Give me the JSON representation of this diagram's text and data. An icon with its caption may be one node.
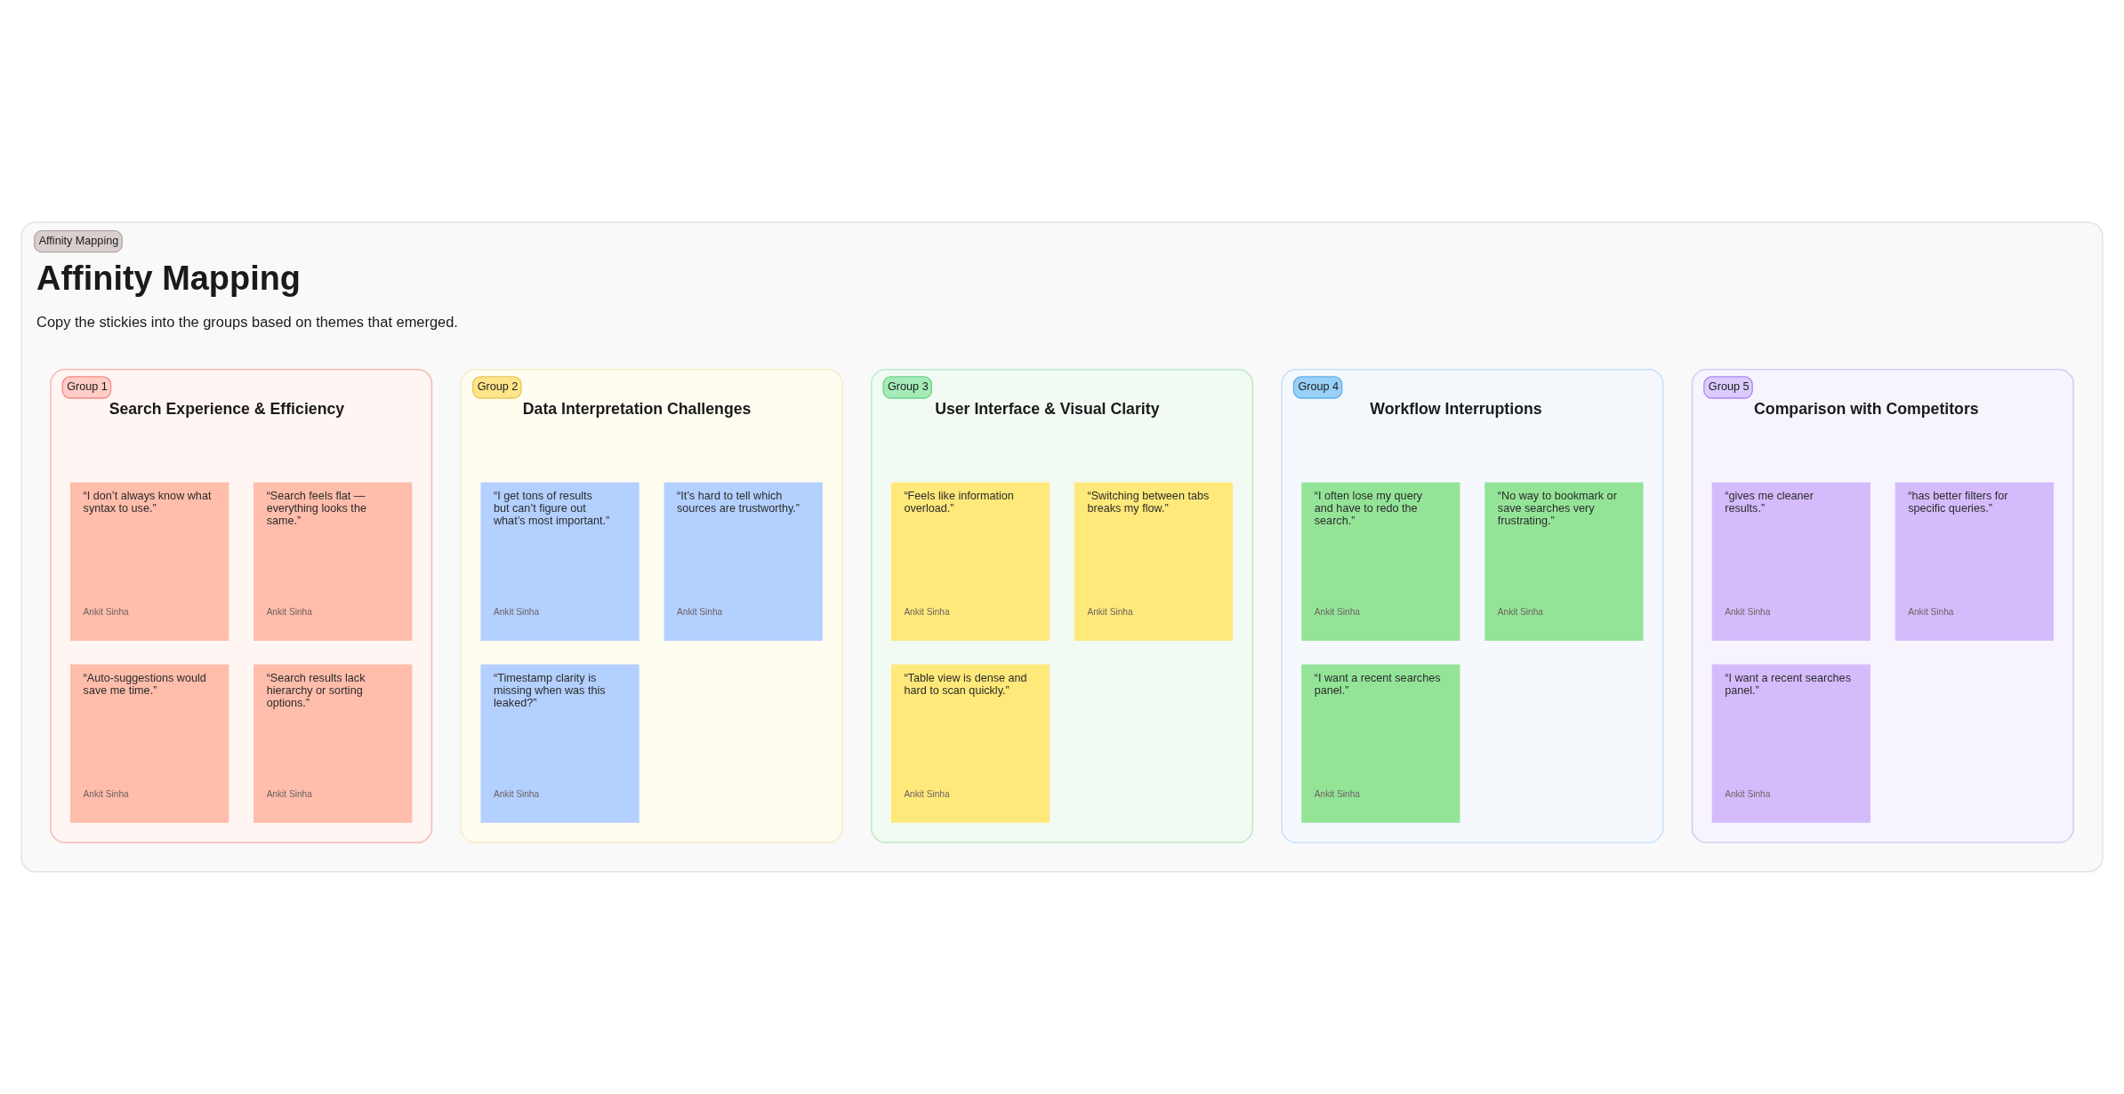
{
  "diagram": {
    "nodes": [
      {
        "text": [
          "Affinity Mapping",
          "Affinity Mapping",
          "Copy the stickies into the groups based on themes that emerged."
        ]
      },
      {
        "text": [
          "Group 1",
          "Search Experience & Efficiency"
        ],
        "in": 0
      },
      {
        "text": [
          "“I don’t always know what syntax to use.”",
          "Ankit Sinha"
        ],
        "in": 1
      },
      {
        "text": [
          "“Search feels flat — everything looks the same.”",
          "Ankit Sinha"
        ],
        "in": 1
      },
      {
        "text": [
          "“Auto-suggestions would save me time.”",
          "Ankit Sinha"
        ],
        "in": 1
      },
      {
        "text": [
          "“Search results lack hierarchy or sorting options.”",
          "Ankit Sinha"
        ],
        "in": 1
      },
      {
        "text": [
          "Group 2",
          "Data Interpretation Challenges"
        ],
        "in": 0
      },
      {
        "text": [
          "“I get tons of results but can’t figure out what’s most important.”",
          "Ankit Sinha"
        ],
        "in": 6
      },
      {
        "text": [
          "“It’s hard to tell which sources are trustworthy.”",
          "Ankit Sinha"
        ],
        "in": 6
      },
      {
        "text": [
          "“Timestamp clarity is missing when was this leaked?”",
          "Ankit Sinha"
        ],
        "in": 6
      },
      {
        "text": [
          "Group 3",
          "User Interface & Visual Clarity"
        ],
        "in": 0
      },
      {
        "text": [
          "“Feels like information overload.”",
          "Ankit Sinha"
        ],
        "in": 10
      },
      {
        "text": [
          "“Switching between tabs breaks my flow.”",
          "Ankit Sinha"
        ],
        "in": 10
      },
      {
        "text": [
          "“Table view is dense and hard to scan quickly.”",
          "Ankit Sinha"
        ],
        "in": 10
      },
      {
        "text": [
          "Group 4",
          "Workflow Interruptions"
        ],
        "in": 0
      },
      {
        "text": [
          "“I often lose my query and have to redo the search.”",
          "Ankit Sinha"
        ],
        "in": 14
      },
      {
        "text": [
          "“No way to bookmark or save searches very frustrating.”",
          "Ankit Sinha"
        ],
        "in": 14
      },
      {
        "text": [
          "“I want a recent searches panel.”",
          "Ankit Sinha"
        ],
        "in": 14
      },
      {
        "text": [
          "Group 5",
          "Comparison with Competitors"
        ],
        "in": 0
      },
      {
        "text": [
          "“gives me cleaner results.”",
          "Ankit Sinha"
        ],
        "in": 18
      },
      {
        "text": [
          "“has better filters for specific queries.”",
          "Ankit Sinha"
        ],
        "in": 18
      },
      {
        "text": [
          "“I want a recent searches panel.”",
          "Ankit Sinha"
        ],
        "in": 18
      }
    ]
  }
}
